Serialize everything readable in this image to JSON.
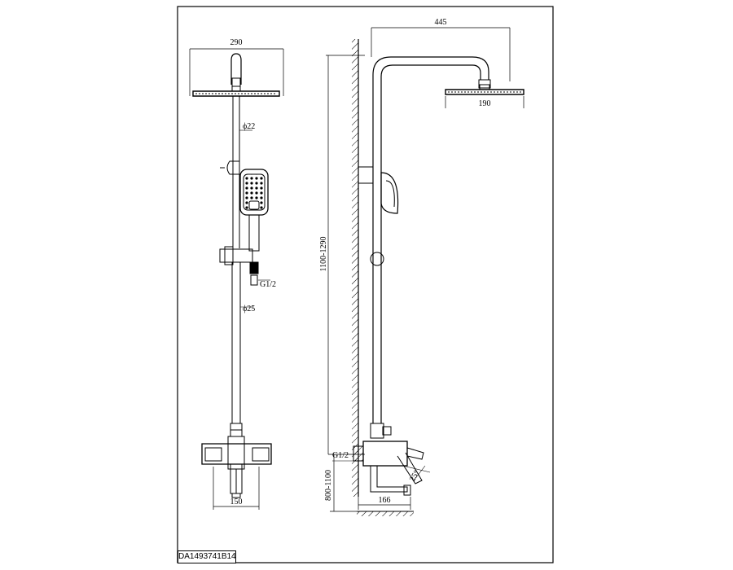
{
  "drawing_code": "DA1493741B14",
  "front_view": {
    "head_width": "290",
    "pipe_top_diameter": "ϕ22",
    "pipe_bottom_diameter": "ϕ25",
    "hose_thread": "G1/2",
    "mixer_width": "150"
  },
  "side_view": {
    "arm_reach": "445",
    "head_width": "190",
    "height_range": "1100-1290",
    "inlet_thread": "G1/2",
    "mixer_height_range": "800-1100",
    "spout_length": "166",
    "lever_angle": "25°"
  }
}
